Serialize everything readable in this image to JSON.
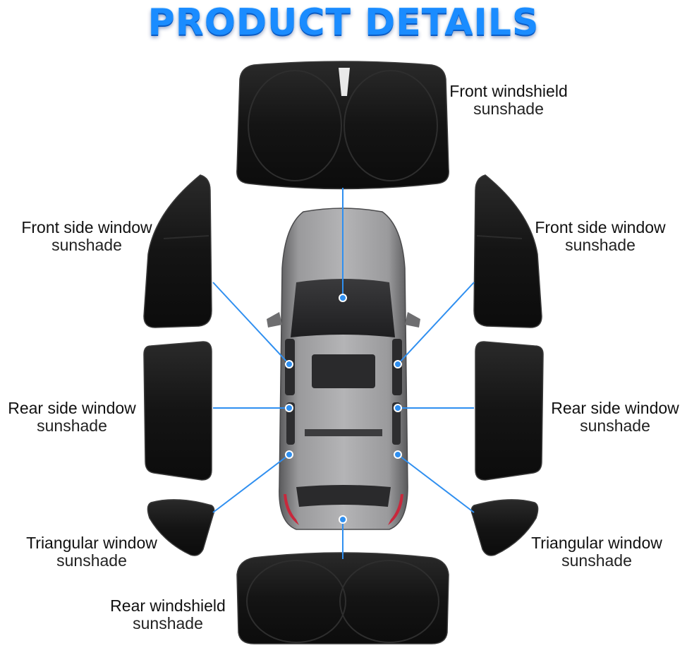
{
  "title": "PRODUCT DETAILS",
  "colors": {
    "title_blue": "#1a8cff",
    "leader_line": "#2f8ff0",
    "shade_black": "#141414",
    "car_body": "#8c8c8e"
  },
  "labels": {
    "front_windshield": {
      "line1": "Front windshield",
      "line2": "sunshade"
    },
    "front_side_left": {
      "line1": "Front side window",
      "line2": "sunshade"
    },
    "front_side_right": {
      "line1": "Front side window",
      "line2": "sunshade"
    },
    "rear_side_left": {
      "line1": "Rear side window",
      "line2": "sunshade"
    },
    "rear_side_right": {
      "line1": "Rear side window",
      "line2": "sunshade"
    },
    "triangular_left": {
      "line1": "Triangular window",
      "line2": "sunshade"
    },
    "triangular_right": {
      "line1": "Triangular window",
      "line2": "sunshade"
    },
    "rear_windshield": {
      "line1": "Rear windshield",
      "line2": "sunshade"
    }
  }
}
